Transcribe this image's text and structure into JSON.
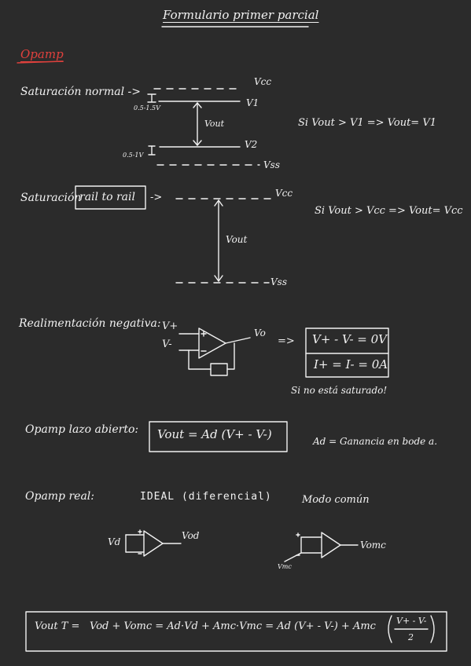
{
  "title": "Formulario primer parcial",
  "section": "Opamp",
  "saturacion_normal": {
    "label": "Saturación normal ->",
    "vcc": "Vcc",
    "v1": "V1",
    "v2": "V2",
    "vss": "Vss",
    "vout": "Vout",
    "upper_margin": "0.5-1.5V",
    "lower_margin": "0.5-1V",
    "rule": "Si  Vout > V1  =>  Vout= V1"
  },
  "saturacion_rail": {
    "label": "Saturación",
    "boxed": "rail to rail",
    "arrow": "->",
    "vcc": "Vcc",
    "vss": "Vss",
    "vout": "Vout",
    "rule": "Si   Vout > Vcc  =>  Vout= Vcc"
  },
  "realimentacion": {
    "label": "Realimentación negativa:",
    "vplus": "V+",
    "vminus": "V-",
    "vo": "Vo",
    "implies": "=>",
    "eq1": "V+ - V- = 0V",
    "eq2": "I+ = I- = 0A",
    "note": "Si no está saturado!"
  },
  "lazo_abierto": {
    "label": "Opamp lazo abierto:",
    "formula": "Vout = Ad (V+ - V-)",
    "definition": "Ad = Ganancia en bode a."
  },
  "real": {
    "label": "Opamp real:",
    "ideal": "IDEAL (diferencial)",
    "modo": "Modo común",
    "vd": "Vd",
    "vod": "Vod",
    "vomc": "Vomc",
    "vmc": "Vmc"
  },
  "final_formula": {
    "lhs": "Vout T =",
    "rhs": "Vod + Vomc = Ad·Vd + Amc·Vmc = Ad (V+ - V-) + Amc",
    "frac_num": "V+ - V-",
    "frac_den": "2"
  }
}
